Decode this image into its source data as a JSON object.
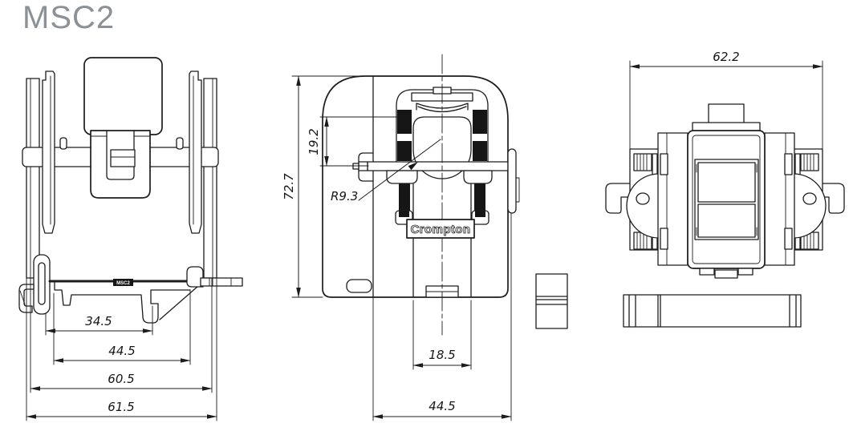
{
  "title": "MSC2",
  "brand_label": "Crompton",
  "product_label": "MSC2",
  "colors": {
    "line": "#1c1c1c",
    "title_gray": "#8b9196",
    "core_black": "#161616",
    "paper": "#ffffff"
  },
  "views": {
    "rear": {
      "dim_34_5": "34.5",
      "dim_44_5": "44.5",
      "dim_60_5": "60.5",
      "dim_61_5": "61.5"
    },
    "front": {
      "dim_72_7": "72.7",
      "dim_19_2": "19.2",
      "dim_r9_3": "R9.3",
      "dim_18_5": "18.5",
      "dim_44_5": "44.5"
    },
    "side": {
      "dim_62_2": "62.2"
    }
  }
}
